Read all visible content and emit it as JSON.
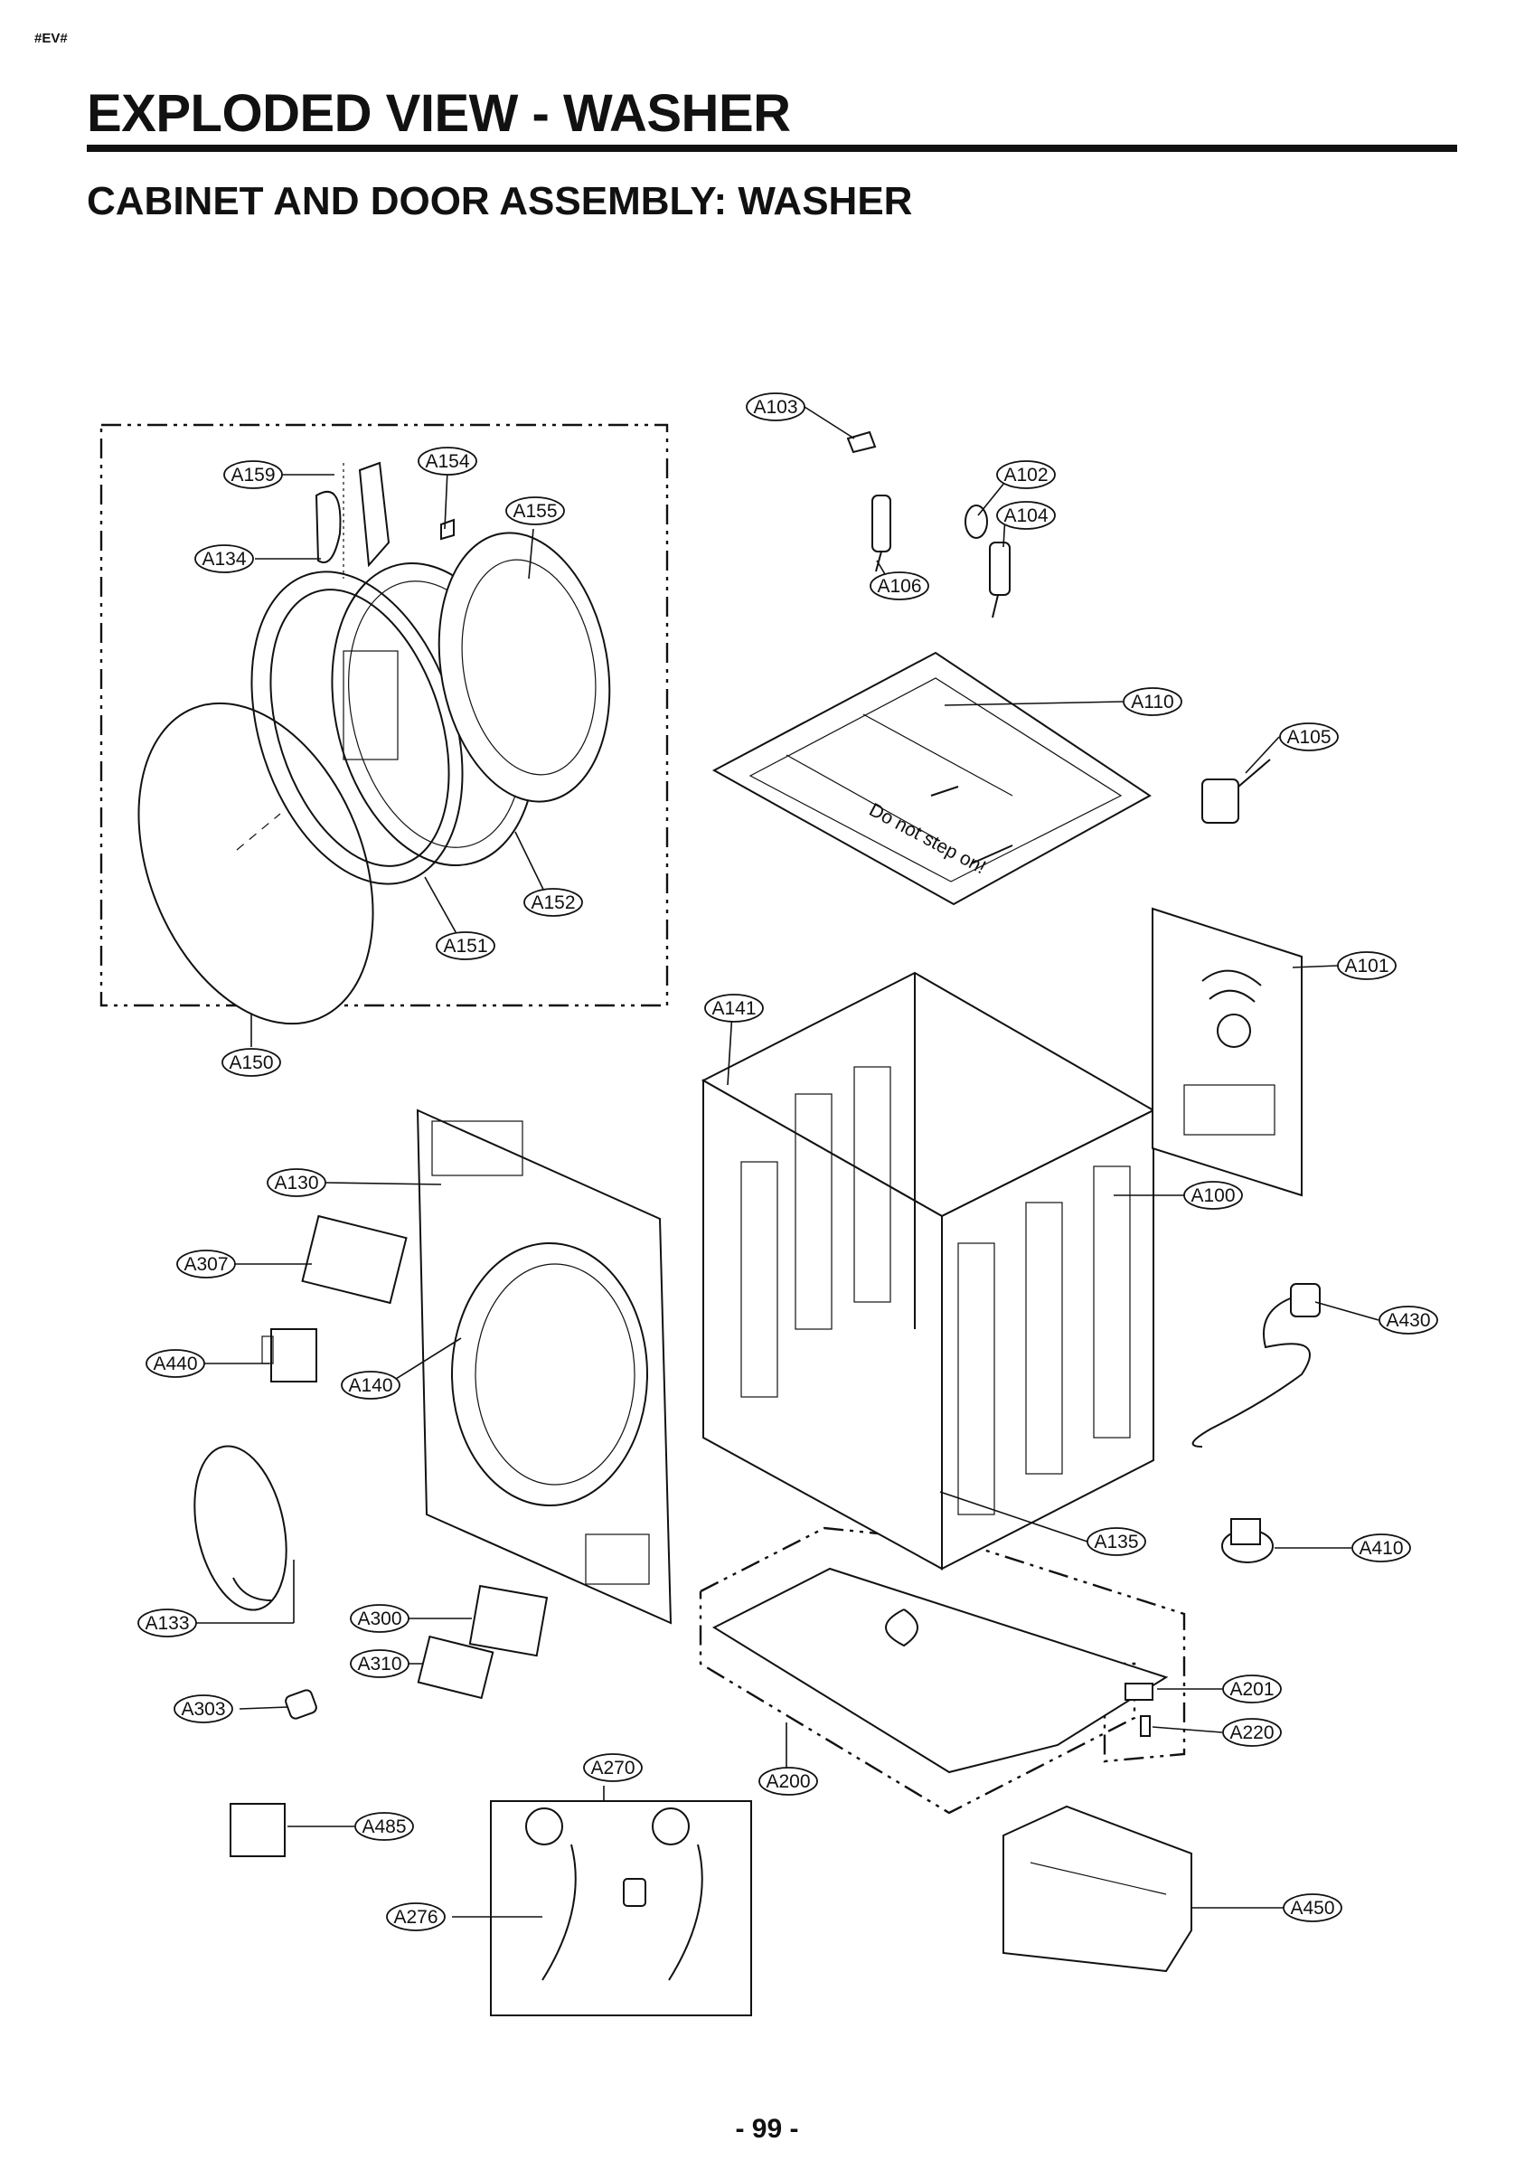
{
  "header": {
    "tag": "#EV#",
    "title": "EXPLODED VIEW - WASHER",
    "subtitle": "CABINET AND DOOR ASSEMBLY: WASHER"
  },
  "footer": {
    "page_number": "- 99 -"
  },
  "callouts": {
    "A103": "A103",
    "A102": "A102",
    "A104": "A104",
    "A106": "A106",
    "A159": "A159",
    "A154": "A154",
    "A155": "A155",
    "A134": "A134",
    "A110": "A110",
    "A105": "A105",
    "A152": "A152",
    "A151": "A151",
    "A101": "A101",
    "A141": "A141",
    "A150": "A150",
    "A130": "A130",
    "A100": "A100",
    "A307": "A307",
    "A430": "A430",
    "A440": "A440",
    "A140": "A140",
    "A135": "A135",
    "A410": "A410",
    "A133": "A133",
    "A300": "A300",
    "A310": "A310",
    "A201": "A201",
    "A303": "A303",
    "A220": "A220",
    "A270": "A270",
    "A200": "A200",
    "A485": "A485",
    "A276": "A276",
    "A450": "A450"
  },
  "labels": {
    "top_cover_print": "Do not step on!"
  }
}
